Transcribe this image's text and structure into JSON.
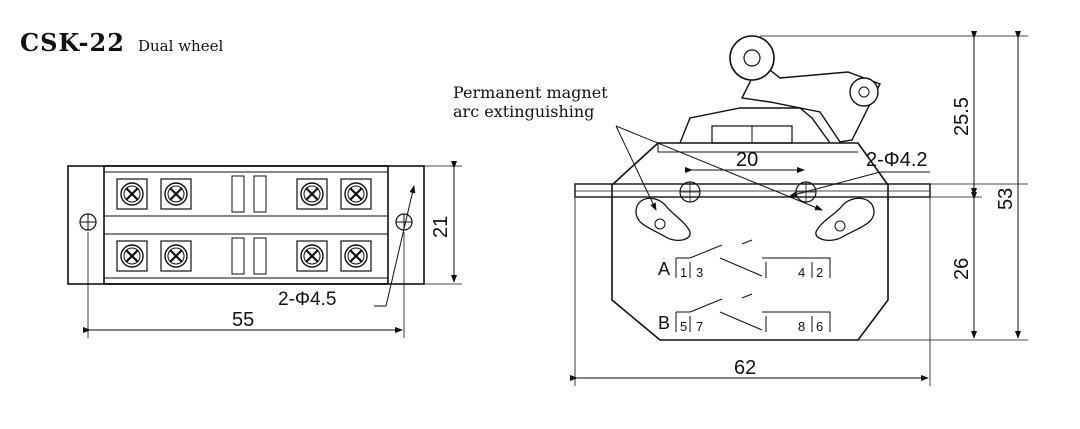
{
  "title": {
    "model": "CSK-22",
    "subtitle": "Dual wheel"
  },
  "front_view": {
    "width_dim": "55",
    "height_dim": "21",
    "hole_label": "2-Φ4.5"
  },
  "side_view": {
    "annotation_line1": "Permanent magnet",
    "annotation_line2": "arc extinguishing",
    "hole_spacing_dim": "20",
    "hole_label": "2-Φ4.2",
    "lever_dim": "25.5",
    "total_height_dim": "53",
    "body_height_dim": "26",
    "width_dim": "62",
    "contact_a": {
      "label": "A",
      "t1": "1",
      "t2": "3",
      "t3": "4",
      "t4": "2"
    },
    "contact_b": {
      "label": "B",
      "t1": "5",
      "t2": "7",
      "t3": "8",
      "t4": "6"
    }
  }
}
